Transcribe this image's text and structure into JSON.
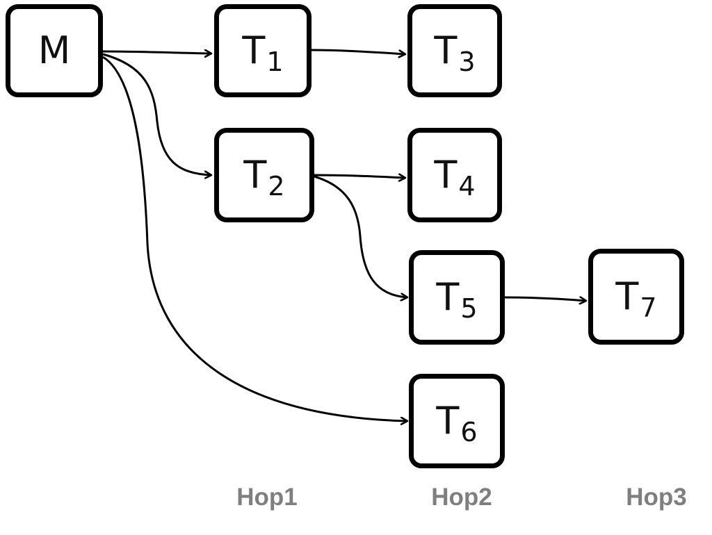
{
  "nodes": {
    "m": {
      "label": "M"
    },
    "t1": {
      "label": "T",
      "sub": "1"
    },
    "t2": {
      "label": "T",
      "sub": "2"
    },
    "t3": {
      "label": "T",
      "sub": "3"
    },
    "t4": {
      "label": "T",
      "sub": "4"
    },
    "t5": {
      "label": "T",
      "sub": "5"
    },
    "t6": {
      "label": "T",
      "sub": "6"
    },
    "t7": {
      "label": "T",
      "sub": "7"
    }
  },
  "edges": [
    {
      "from": "M",
      "to": "T1"
    },
    {
      "from": "M",
      "to": "T2"
    },
    {
      "from": "M",
      "to": "T6"
    },
    {
      "from": "T1",
      "to": "T3"
    },
    {
      "from": "T2",
      "to": "T4"
    },
    {
      "from": "T2",
      "to": "T5"
    },
    {
      "from": "T5",
      "to": "T7"
    }
  ],
  "hops": [
    "Hop1",
    "Hop2",
    "Hop3"
  ],
  "colors": {
    "stroke": "#000000",
    "hop_text": "#7f7f7f",
    "node_text": "#111111"
  }
}
